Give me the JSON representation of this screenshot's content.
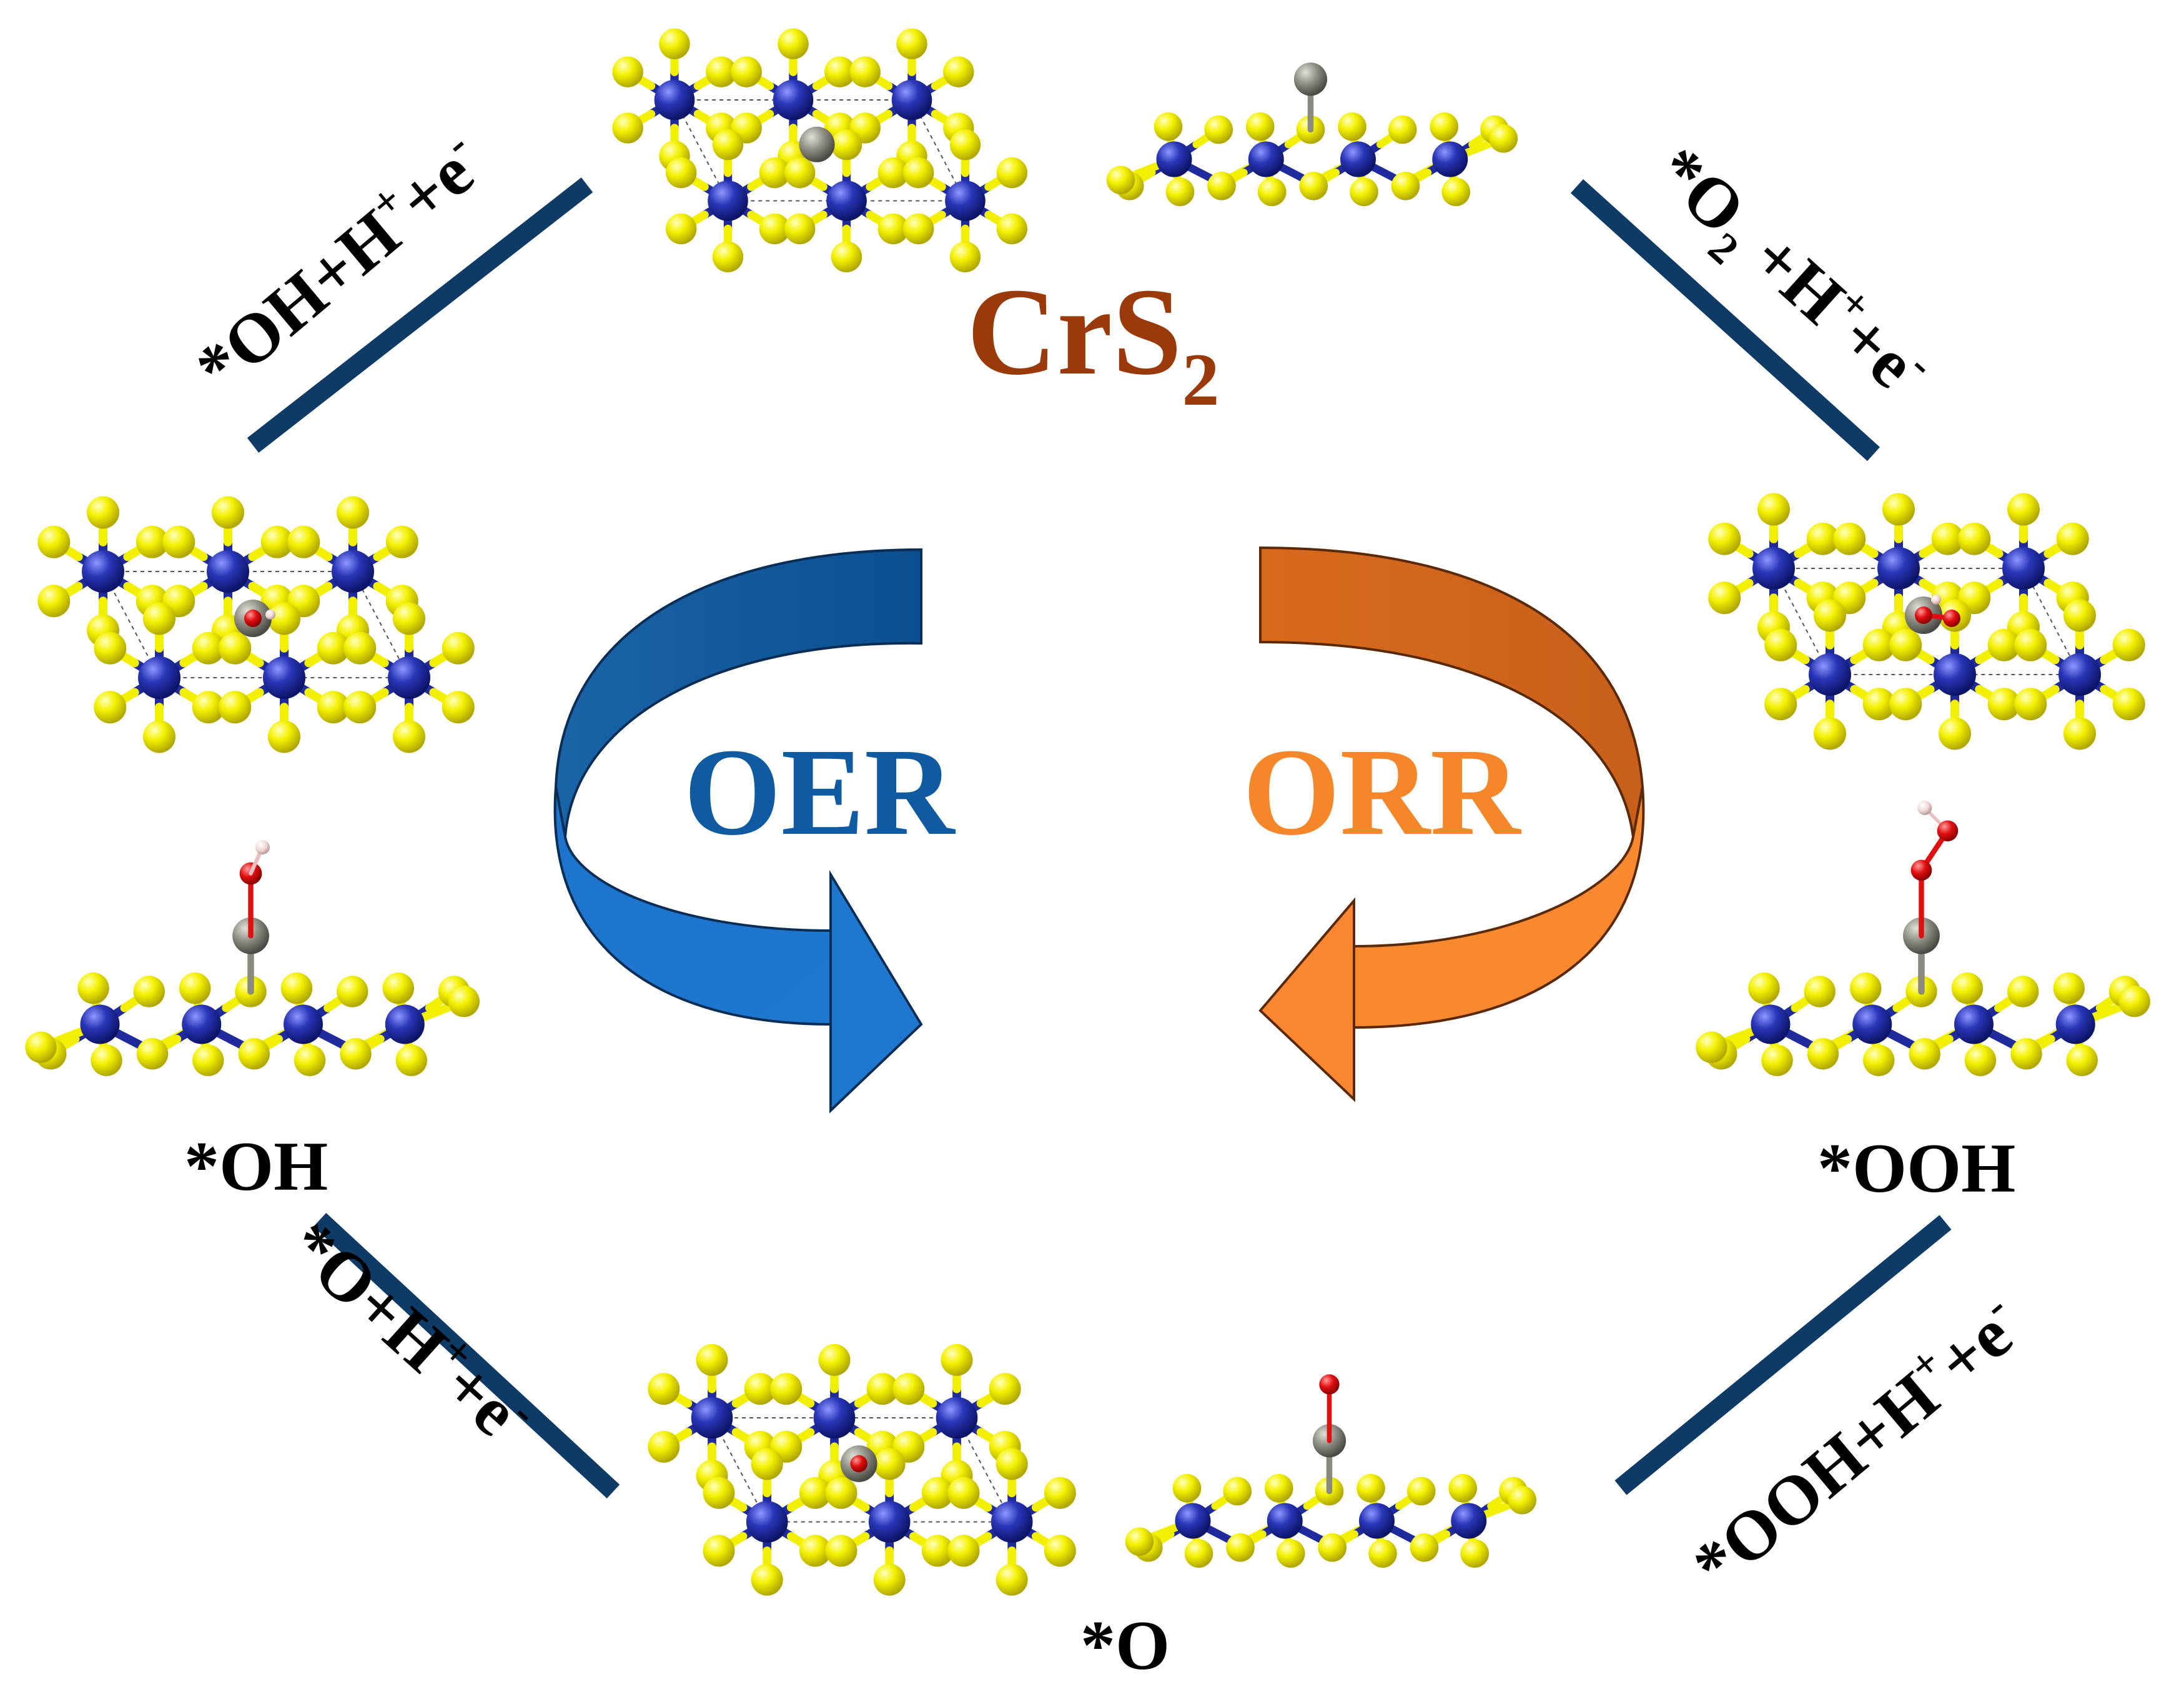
{
  "title": {
    "main": "CrS",
    "subscript": "2"
  },
  "cycles": {
    "oer": "OER",
    "orr": "ORR"
  },
  "intermediates": {
    "oh": "*OH",
    "ooh": "*OOH",
    "o": "*O"
  },
  "steps": {
    "top_left": {
      "main": "*OH+H",
      "sup1": "+",
      "mid": "+e",
      "sup2": "-"
    },
    "top_right": {
      "pre": "*O",
      "sub": "2",
      "mid": " +H",
      "sup1": "+",
      "mid2": "+e",
      "sup2": "-"
    },
    "bottom_left": {
      "main": "*O+H",
      "sup1": "+",
      "mid": "+e",
      "sup2": "-"
    },
    "bottom_right": {
      "main": "*OOH+H",
      "sup1": "+",
      "mid": "+e",
      "sup2": "-"
    }
  },
  "colors": {
    "cr_atom": "#1f2a9c",
    "s_atom": "#f2ef00",
    "c_atom": "#8a8a80",
    "o_atom": "#e01010",
    "h_atom": "#f2d8d8",
    "bar": "#0e3a66",
    "oer": "#0f5aa0",
    "orr": "#f07f20",
    "title": "#9a3a0a"
  },
  "structures": [
    {
      "name": "pristine-crs2-top-view",
      "element_colors": [
        "cr",
        "s",
        "c"
      ]
    },
    {
      "name": "pristine-crs2-side-view",
      "element_colors": [
        "cr",
        "s",
        "c"
      ]
    },
    {
      "name": "oh-adsorbed-top-view",
      "element_colors": [
        "cr",
        "s",
        "c",
        "o",
        "h"
      ]
    },
    {
      "name": "oh-adsorbed-side-view",
      "element_colors": [
        "cr",
        "s",
        "c",
        "o",
        "h"
      ]
    },
    {
      "name": "ooh-adsorbed-top-view",
      "element_colors": [
        "cr",
        "s",
        "c",
        "o",
        "h"
      ]
    },
    {
      "name": "ooh-adsorbed-side-view",
      "element_colors": [
        "cr",
        "s",
        "c",
        "o",
        "h"
      ]
    },
    {
      "name": "o-adsorbed-top-view",
      "element_colors": [
        "cr",
        "s",
        "c",
        "o"
      ]
    },
    {
      "name": "o-adsorbed-side-view",
      "element_colors": [
        "cr",
        "s",
        "c",
        "o"
      ]
    }
  ]
}
